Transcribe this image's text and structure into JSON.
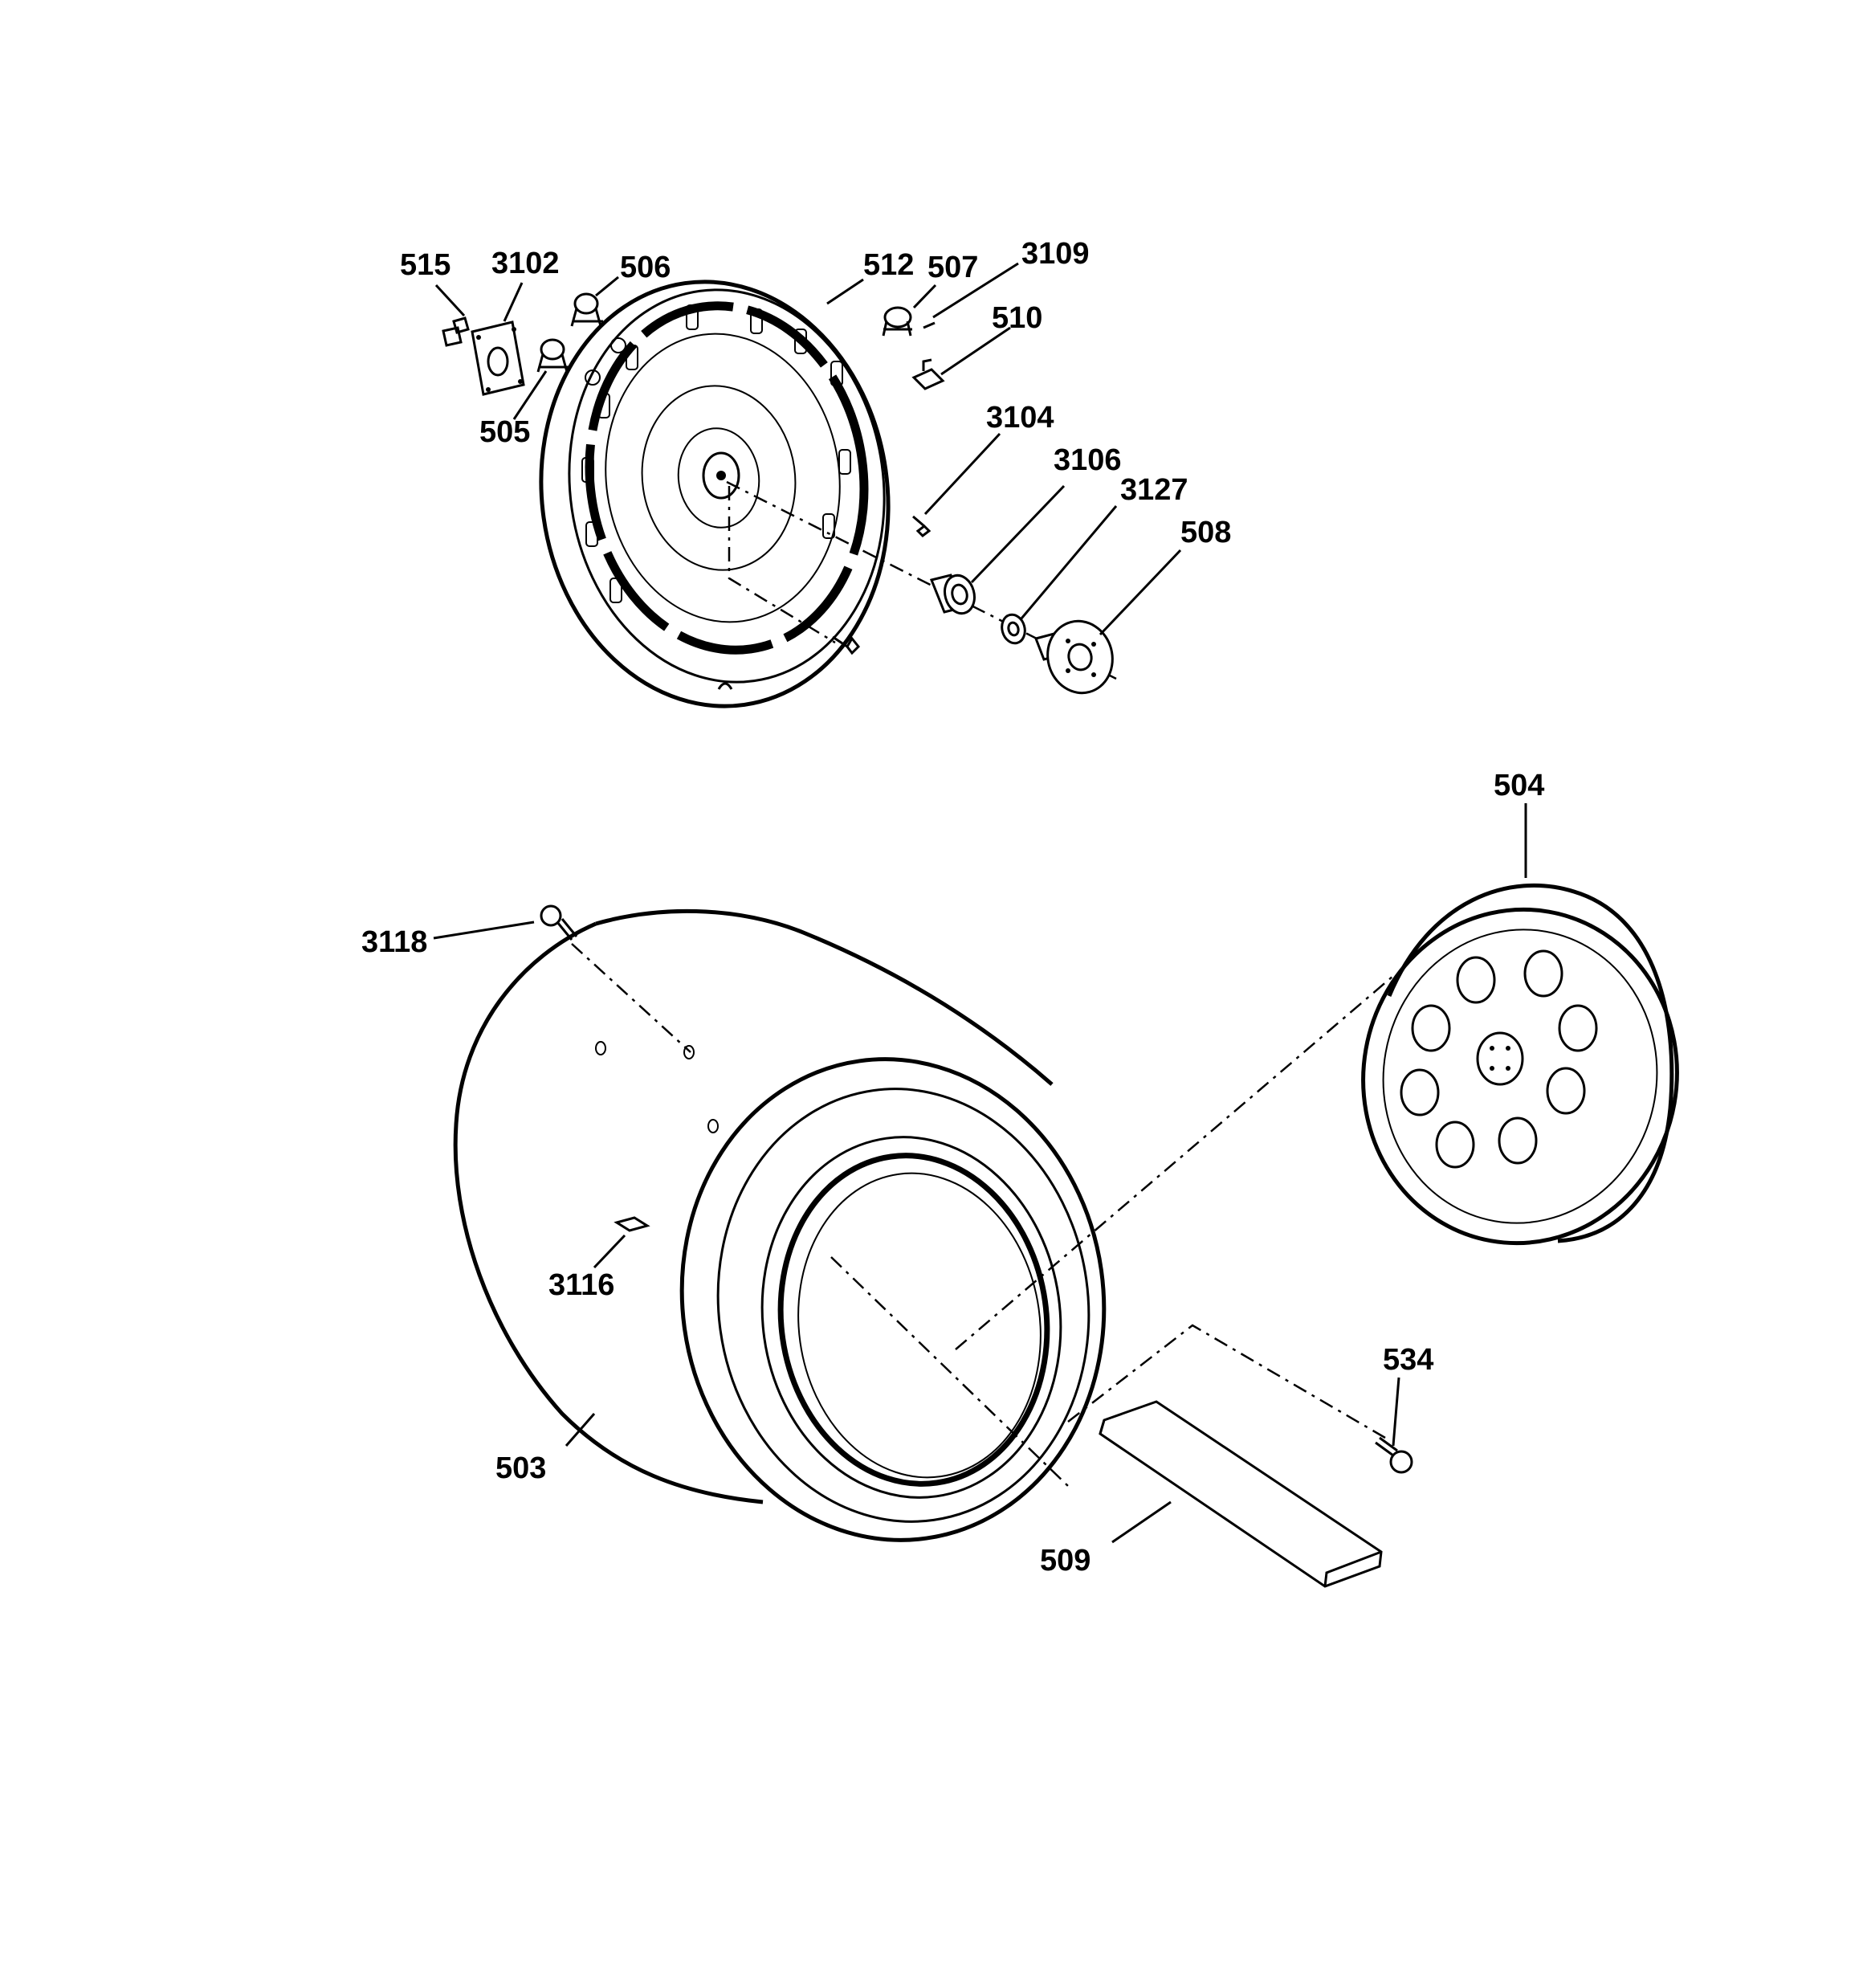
{
  "labels": {
    "p515": "515",
    "p3102": "3102",
    "p506": "506",
    "p512": "512",
    "p507": "507",
    "p3109": "3109",
    "p510": "510",
    "p505": "505",
    "p3104": "3104",
    "p3106": "3106",
    "p3127": "3127",
    "p508": "508",
    "p504": "504",
    "p3118": "3118",
    "p3116": "3116",
    "p534": "534",
    "p503": "503",
    "p509": "509"
  }
}
